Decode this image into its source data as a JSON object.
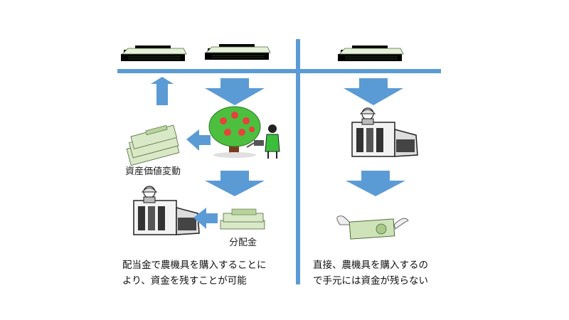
{
  "labels": {
    "asset_value_change": "資産価値変動",
    "dividend": "分配金"
  },
  "captions": {
    "left_line1": "配当金で農機具を購入することに",
    "left_line2": "より、資金を残すことが可能",
    "right_line1": "直接、農機具を購入するの",
    "right_line2": "で手元には資金が残らない"
  },
  "colors": {
    "divider": "#5b9bd5",
    "arrow": "#5b9bd5",
    "tree_foliage": "#4cbf3f",
    "tree_fruit": "#e8413c",
    "money": "#cfe3b8"
  },
  "icons": [
    "money-stack-icon",
    "tree-icon",
    "farmer-icon",
    "harvester-icon",
    "winged-banknote-icon",
    "arrow-icon"
  ]
}
